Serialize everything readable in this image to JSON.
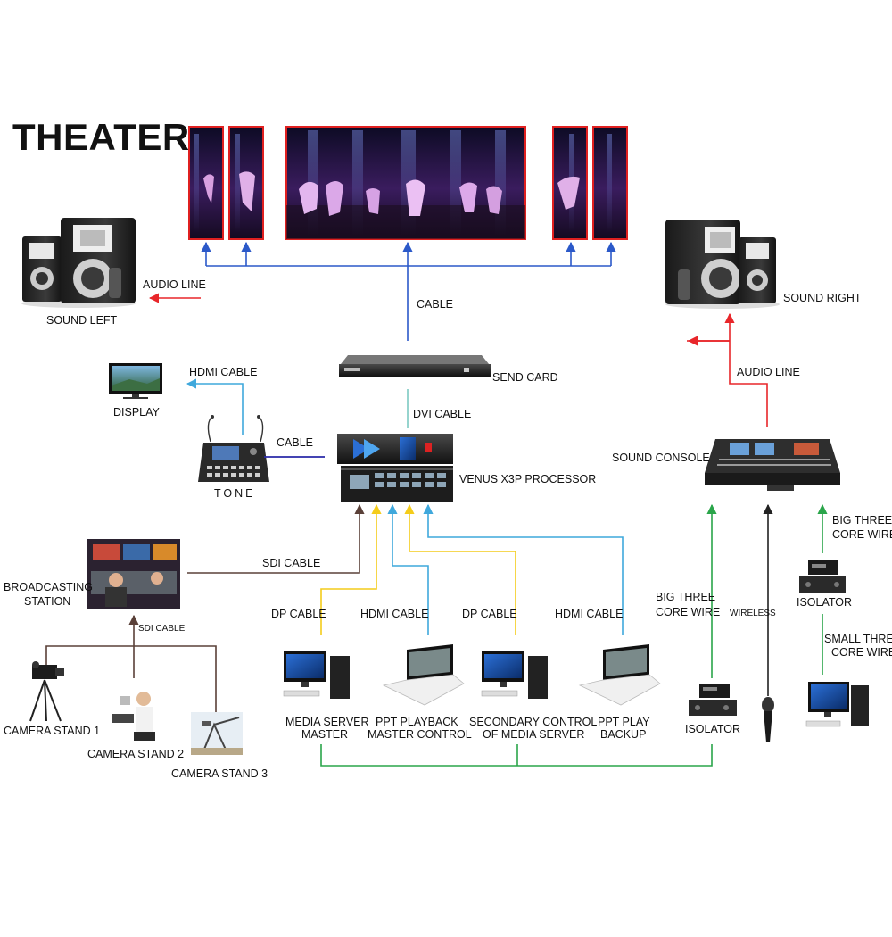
{
  "title": "THEATER",
  "colors": {
    "red": "#e8262a",
    "blue": "#2b59c9",
    "cyan": "#3fa8dc",
    "yellow": "#f4cc1a",
    "green": "#2aa54a",
    "brown": "#5a4038",
    "teal": "#7cc9c2",
    "navy": "#2a2aa8",
    "black": "#222222"
  },
  "labels": {
    "sound_left": "SOUND LEFT",
    "sound_right": "SOUND RIGHT",
    "audio_line_left": "AUDIO LINE",
    "audio_line_right": "AUDIO LINE",
    "cable_top": "CABLE",
    "send_card": "SEND CARD",
    "hdmi_cable_display": "HDMI CABLE",
    "display": "DISPLAY",
    "dvi_cable": "DVI CABLE",
    "cable_tone": "CABLE",
    "tone": "TONE",
    "processor": "VENUS X3P PROCESSOR",
    "sound_console": "SOUND CONSOLE",
    "sdi_cable_main": "SDI CABLE",
    "broadcasting_station_1": "BROADCASTING",
    "broadcasting_station_2": "STATION",
    "sdi_cable_small": "SDI CABLE",
    "dp_cable_1": "DP CABLE",
    "hdmi_cable_1": "HDMI CABLE",
    "dp_cable_2": "DP CABLE",
    "hdmi_cable_2": "HDMI CABLE",
    "big_three_core_left_1": "BIG THREE",
    "big_three_core_left_2": "CORE WIRE",
    "wireless": "WIRELESS",
    "big_three_core_right_1": "BIG THREE",
    "big_three_core_right_2": "CORE WIRE",
    "isolator_right": "ISOLATOR",
    "small_three_core_1": "SMALL THREE",
    "small_three_core_2": "CORE WIRE",
    "media_server_master_1": "MEDIA SERVER",
    "media_server_master_2": "MASTER",
    "ppt_playback_1": "PPT PLAYBACK",
    "ppt_playback_2": "MASTER CONTROL",
    "secondary_control_1": "SECONDARY CONTROL",
    "secondary_control_2": "OF MEDIA SERVER",
    "ppt_play_backup_1": "PPT PLAY",
    "ppt_play_backup_2": "BACKUP",
    "isolator_bottom": "ISOLATOR",
    "camera_stand_1": "CAMERA STAND 1",
    "camera_stand_2": "CAMERA STAND 2",
    "camera_stand_3": "CAMERA STAND 3"
  }
}
